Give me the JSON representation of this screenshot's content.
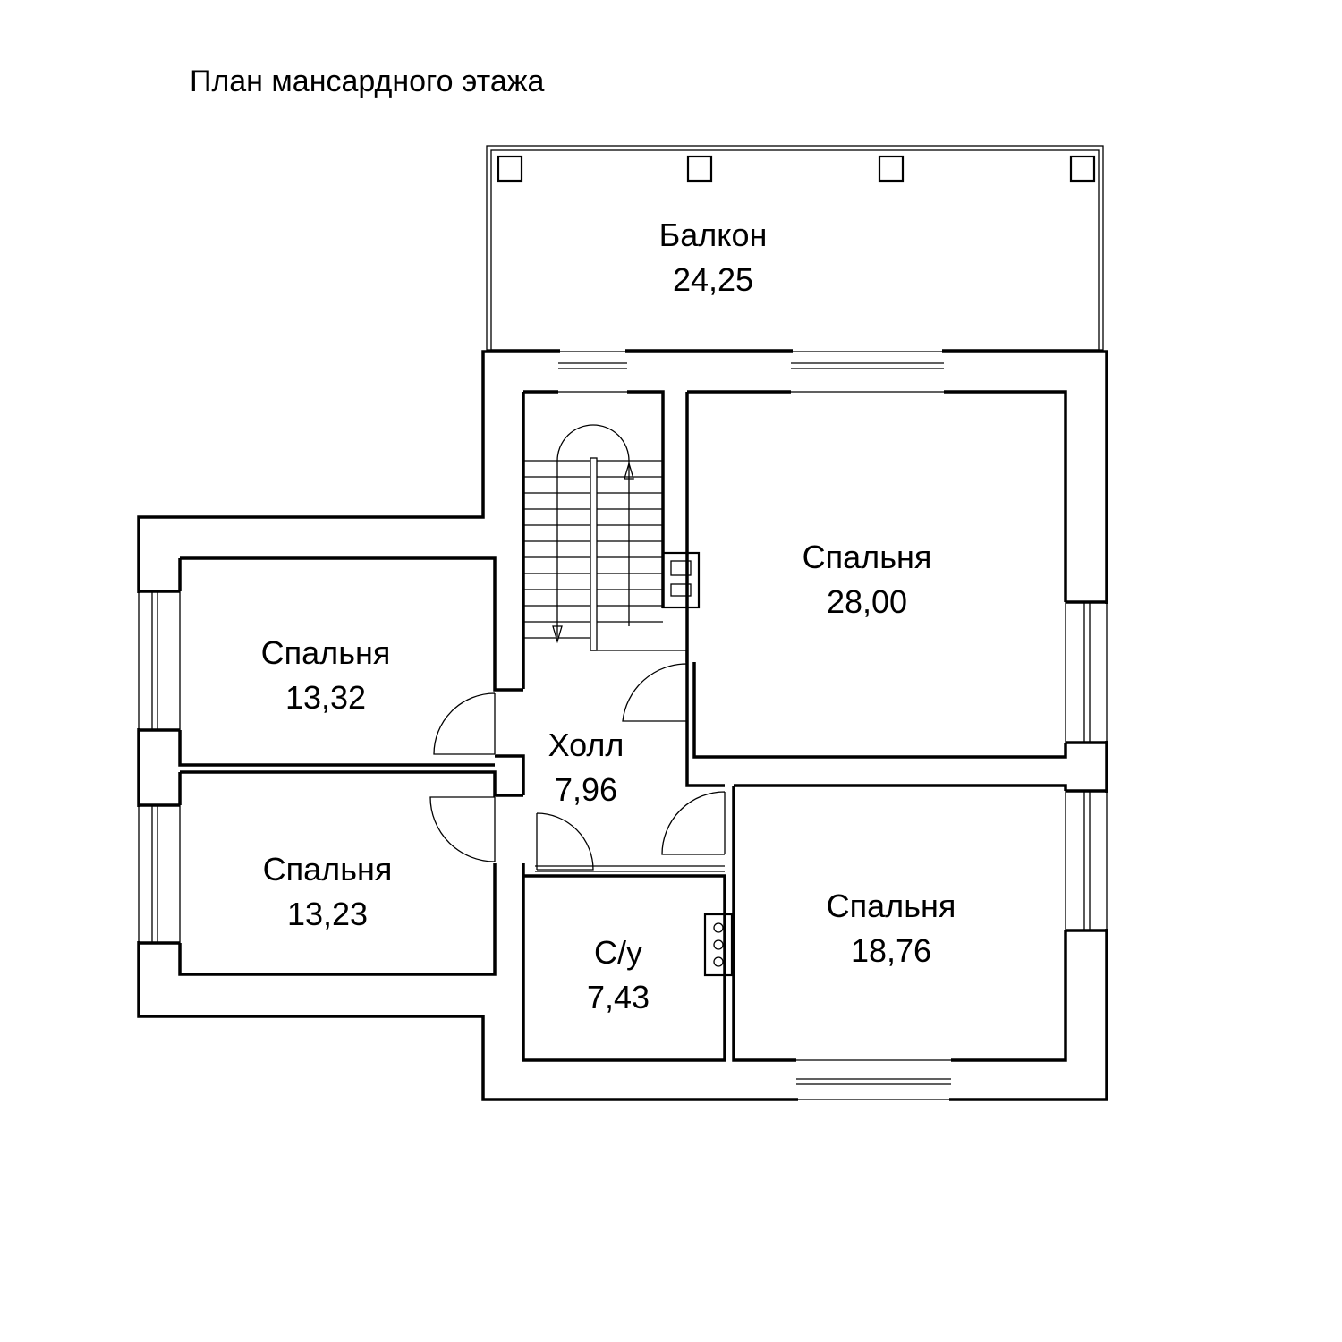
{
  "title": "План мансардного этажа",
  "rooms": [
    {
      "id": "balcony",
      "name": "Балкон",
      "area": "24,25"
    },
    {
      "id": "bedroom-1",
      "name": "Спальня",
      "area": "28,00"
    },
    {
      "id": "bedroom-2",
      "name": "Спальня",
      "area": "13,32"
    },
    {
      "id": "hall",
      "name": "Холл",
      "area": "7,96"
    },
    {
      "id": "bedroom-3",
      "name": "Спальня",
      "area": "13,23"
    },
    {
      "id": "bathroom",
      "name": "С/у",
      "area": "7,43"
    },
    {
      "id": "bedroom-4",
      "name": "Спальня",
      "area": "18,76"
    }
  ]
}
